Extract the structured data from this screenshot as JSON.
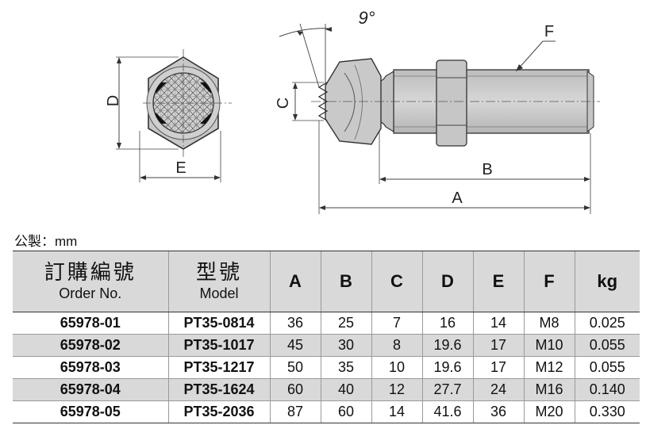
{
  "drawing": {
    "labels": {
      "d": "D",
      "e": "E",
      "c": "C",
      "angle": "9°",
      "f": "F",
      "b": "B",
      "a": "A"
    }
  },
  "unit_label": "公製：mm",
  "table": {
    "headers": {
      "order_zh": "訂購編號",
      "order_en": "Order No.",
      "model_zh": "型號",
      "model_en": "Model",
      "cols": [
        "A",
        "B",
        "C",
        "D",
        "E",
        "F",
        "kg"
      ]
    },
    "rows": [
      [
        "65978-01",
        "PT35-0814",
        "36",
        "25",
        "7",
        "16",
        "14",
        "M8",
        "0.025"
      ],
      [
        "65978-02",
        "PT35-1017",
        "45",
        "30",
        "8",
        "19.6",
        "17",
        "M10",
        "0.055"
      ],
      [
        "65978-03",
        "PT35-1217",
        "50",
        "35",
        "10",
        "19.6",
        "17",
        "M12",
        "0.055"
      ],
      [
        "65978-04",
        "PT35-1624",
        "60",
        "40",
        "12",
        "27.7",
        "24",
        "M16",
        "0.140"
      ],
      [
        "65978-05",
        "PT35-2036",
        "87",
        "60",
        "14",
        "41.6",
        "36",
        "M20",
        "0.330"
      ]
    ]
  }
}
